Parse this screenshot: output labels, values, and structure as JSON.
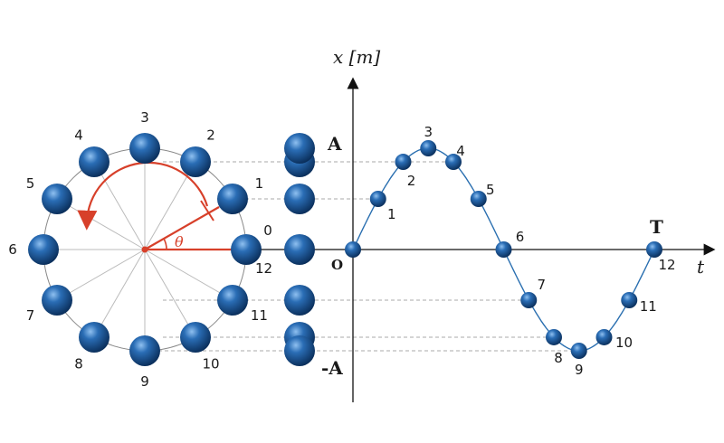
{
  "circle_labels": [
    "0",
    "1",
    "2",
    "3",
    "4",
    "5",
    "6",
    "7",
    "8",
    "9",
    "10",
    "11"
  ],
  "wave_labels": [
    "1",
    "2",
    "3",
    "4",
    "5",
    "6",
    "7",
    "8",
    "9",
    "10",
    "11",
    "12"
  ],
  "angle_label": "θ",
  "start_label": "12",
  "y_axis_label": "x [m]",
  "x_axis_label": "t",
  "origin_label": "O",
  "amplitude_pos_label": "A",
  "amplitude_neg_label": "-A",
  "period_label": "T",
  "colors": {
    "ball": "#1d5aa0",
    "ball_dark": "#0b2f5c",
    "ball_light": "#7fb1e8",
    "accent": "#d7402a",
    "axis": "#111111",
    "guide": "#aaaaaa",
    "curve": "#2a6fb0"
  }
}
